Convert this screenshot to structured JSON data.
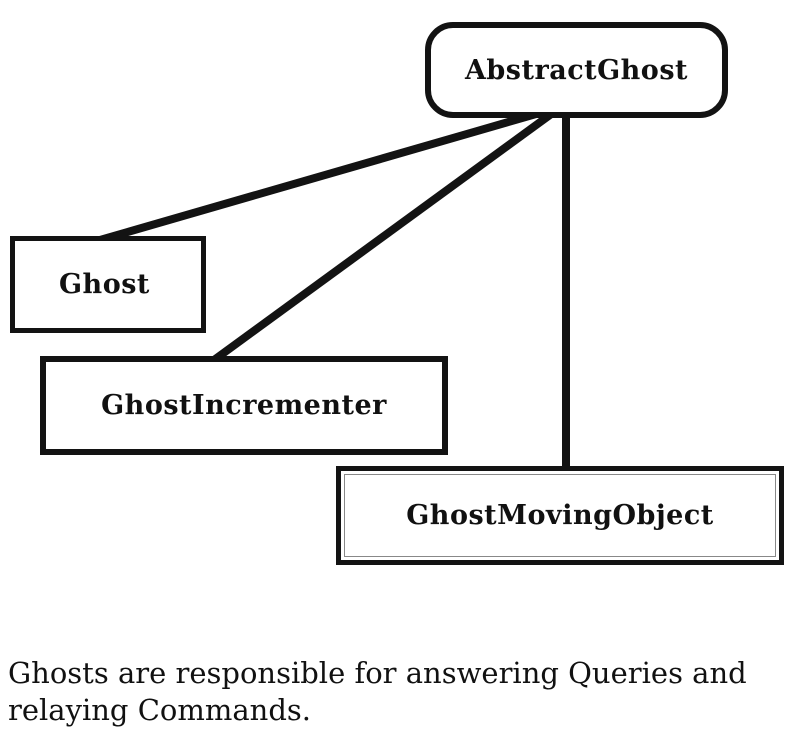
{
  "diagram": {
    "nodes": [
      {
        "id": "abstract-ghost",
        "label": "AbstractGhost"
      },
      {
        "id": "ghost",
        "label": "Ghost"
      },
      {
        "id": "ghost-incrementer",
        "label": "GhostIncrementer"
      },
      {
        "id": "ghost-moving-object",
        "label": "GhostMovingObject"
      }
    ],
    "edges": [
      {
        "from": "abstract-ghost",
        "to": "ghost"
      },
      {
        "from": "abstract-ghost",
        "to": "ghost-incrementer"
      },
      {
        "from": "abstract-ghost",
        "to": "ghost-moving-object"
      }
    ],
    "line_color": "#131313"
  },
  "caption": {
    "line1": "Ghosts are responsible for answering Queries and",
    "line2": "relaying Commands."
  }
}
